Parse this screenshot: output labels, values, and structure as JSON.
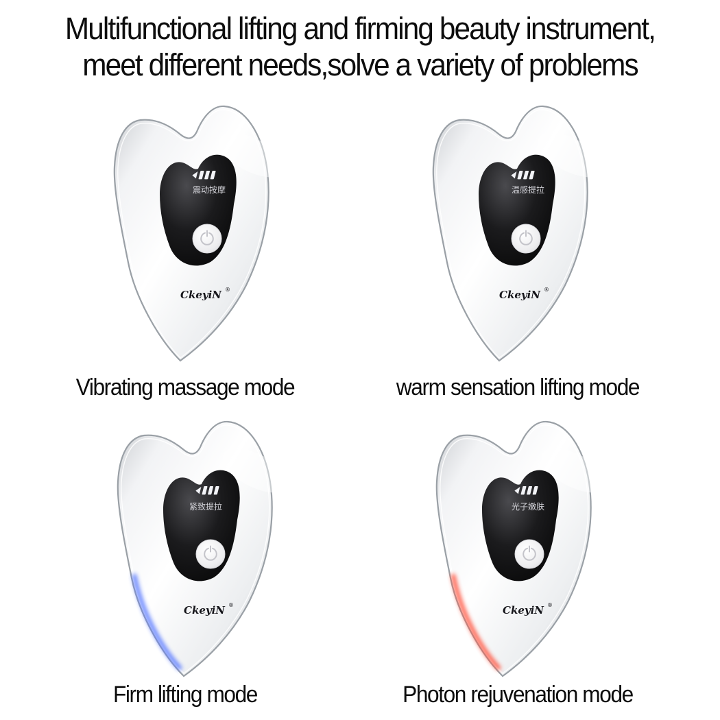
{
  "title": {
    "line1": "Multifunctional lifting and firming beauty instrument,",
    "line2": "meet different needs,solve a variety of problems"
  },
  "brand": {
    "name": "CkeyiN",
    "reg": "®"
  },
  "modes": [
    {
      "caption": "Vibrating massage mode",
      "display": "震动按摩",
      "glow": "none"
    },
    {
      "caption": "warm sensation lifting mode",
      "display": "温感提拉",
      "glow": "none"
    },
    {
      "caption": "Firm lifting mode",
      "display": "紧致提拉",
      "glow": "#5b7bff"
    },
    {
      "caption": "Photon rejuvenation mode",
      "display": "光子嫩肤",
      "glow": "#ff5440"
    }
  ],
  "colors": {
    "body_silver": "#e9ebee",
    "panel_black": "#0b0b0d",
    "glow_blue": "#5b7bff",
    "glow_red": "#ff5440"
  }
}
